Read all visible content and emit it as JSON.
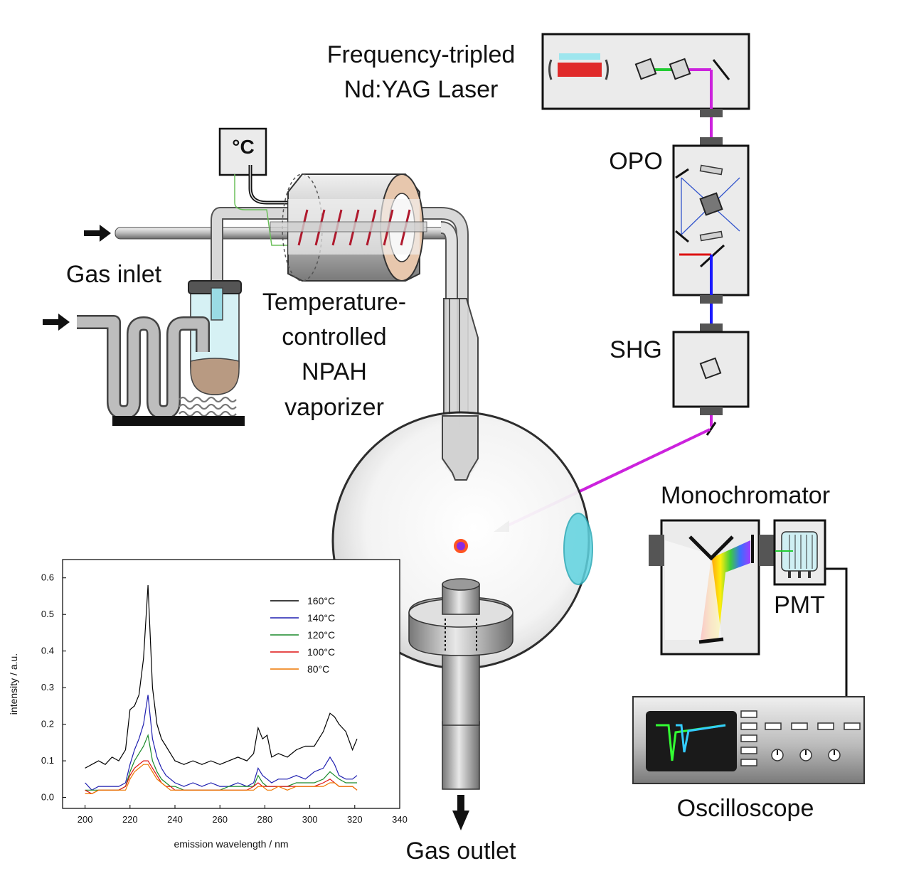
{
  "labels": {
    "laser_line1": "Frequency-tripled",
    "laser_line2": "Nd:YAG Laser",
    "opo": "OPO",
    "shg": "SHG",
    "temp_unit": "°C",
    "gas_inlet": "Gas inlet",
    "vaporizer_line1": "Temperature-",
    "vaporizer_line2": "controlled",
    "vaporizer_line3": "NPAH",
    "vaporizer_line4": "vaporizer",
    "monochromator": "Monochromator",
    "pmt": "PMT",
    "oscilloscope": "Oscilloscope",
    "gas_outlet": "Gas outlet"
  },
  "colors": {
    "laser_beam": "#cc22dd",
    "uv_beam": "#1a1aff",
    "box_fill": "#ebebeb",
    "lens": "#5fd3e0"
  },
  "chart_data": {
    "type": "line",
    "xlabel": "emission wavelength / nm",
    "ylabel": "intensity / a.u.",
    "xlim": [
      190,
      340
    ],
    "ylim": [
      -0.03,
      0.65
    ],
    "xticks": [
      "200",
      "220",
      "240",
      "260",
      "280",
      "300",
      "320",
      "340"
    ],
    "yticks": [
      "0.0",
      "0.1",
      "0.2",
      "0.3",
      "0.4",
      "0.5",
      "0.6"
    ],
    "legend_position": "top-right",
    "x": [
      200,
      203,
      206,
      209,
      212,
      215,
      218,
      220,
      222,
      224,
      226,
      228,
      230,
      232,
      234,
      236,
      238,
      240,
      244,
      248,
      252,
      256,
      260,
      264,
      268,
      272,
      275,
      277,
      279,
      281,
      283,
      286,
      290,
      294,
      298,
      302,
      306,
      309,
      311,
      313,
      316,
      319,
      321
    ],
    "series": [
      {
        "name": "160°C",
        "color": "#000000",
        "values": [
          0.08,
          0.09,
          0.1,
          0.09,
          0.11,
          0.1,
          0.13,
          0.24,
          0.25,
          0.28,
          0.38,
          0.58,
          0.3,
          0.2,
          0.16,
          0.14,
          0.12,
          0.1,
          0.09,
          0.1,
          0.09,
          0.1,
          0.09,
          0.1,
          0.11,
          0.1,
          0.12,
          0.19,
          0.16,
          0.17,
          0.11,
          0.12,
          0.11,
          0.13,
          0.14,
          0.14,
          0.18,
          0.23,
          0.22,
          0.2,
          0.18,
          0.13,
          0.16
        ]
      },
      {
        "name": "140°C",
        "color": "#1f1fb0",
        "values": [
          0.04,
          0.02,
          0.03,
          0.03,
          0.03,
          0.03,
          0.04,
          0.09,
          0.13,
          0.16,
          0.2,
          0.28,
          0.16,
          0.11,
          0.08,
          0.06,
          0.05,
          0.04,
          0.03,
          0.04,
          0.03,
          0.04,
          0.03,
          0.03,
          0.04,
          0.03,
          0.04,
          0.08,
          0.06,
          0.05,
          0.04,
          0.05,
          0.05,
          0.06,
          0.05,
          0.07,
          0.08,
          0.11,
          0.09,
          0.06,
          0.05,
          0.05,
          0.06
        ]
      },
      {
        "name": "120°C",
        "color": "#1a8a2a",
        "values": [
          0.02,
          0.02,
          0.02,
          0.02,
          0.02,
          0.02,
          0.03,
          0.07,
          0.1,
          0.12,
          0.14,
          0.17,
          0.1,
          0.07,
          0.05,
          0.04,
          0.03,
          0.03,
          0.02,
          0.02,
          0.02,
          0.02,
          0.02,
          0.03,
          0.03,
          0.03,
          0.03,
          0.06,
          0.04,
          0.03,
          0.03,
          0.03,
          0.03,
          0.04,
          0.04,
          0.04,
          0.05,
          0.07,
          0.06,
          0.05,
          0.04,
          0.04,
          0.04
        ]
      },
      {
        "name": "100°C",
        "color": "#dd1111",
        "values": [
          0.02,
          0.01,
          0.02,
          0.02,
          0.02,
          0.02,
          0.03,
          0.06,
          0.08,
          0.09,
          0.1,
          0.1,
          0.08,
          0.06,
          0.04,
          0.03,
          0.03,
          0.02,
          0.02,
          0.02,
          0.02,
          0.02,
          0.02,
          0.02,
          0.02,
          0.02,
          0.03,
          0.04,
          0.03,
          0.03,
          0.03,
          0.03,
          0.03,
          0.03,
          0.03,
          0.03,
          0.04,
          0.05,
          0.04,
          0.03,
          0.03,
          0.03,
          0.02
        ]
      },
      {
        "name": "80°C",
        "color": "#ee7700",
        "values": [
          0.01,
          0.01,
          0.02,
          0.02,
          0.02,
          0.02,
          0.02,
          0.05,
          0.07,
          0.08,
          0.09,
          0.09,
          0.07,
          0.05,
          0.04,
          0.03,
          0.02,
          0.02,
          0.02,
          0.02,
          0.02,
          0.02,
          0.02,
          0.02,
          0.02,
          0.02,
          0.02,
          0.03,
          0.03,
          0.02,
          0.02,
          0.03,
          0.02,
          0.03,
          0.03,
          0.03,
          0.03,
          0.04,
          0.04,
          0.03,
          0.03,
          0.03,
          0.02
        ]
      }
    ]
  }
}
